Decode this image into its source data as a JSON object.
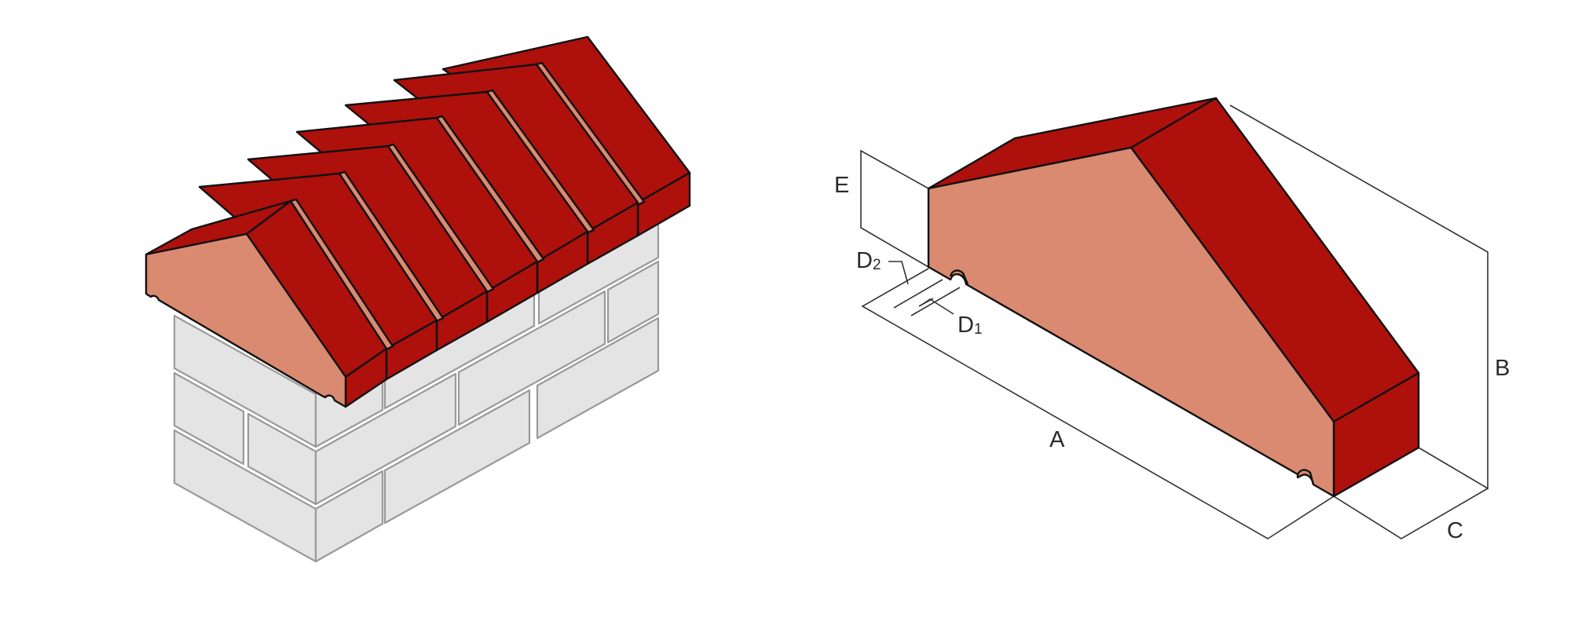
{
  "diagram": {
    "title": "Coping brick (gabled / saddleback) — installed view and dimension view",
    "colors": {
      "brick_red": "#AE100C",
      "brick_face": "#D98A70",
      "wall_fill": "#E4E4E4",
      "wall_stroke": "#9A9A9A",
      "outline": "#111111",
      "dimension_line": "#333333",
      "label_text": "#2A2A2A",
      "background": "#FFFFFF"
    },
    "left_view": {
      "name": "installed-coping-on-wall",
      "coping_units": 7,
      "wall_courses": 3
    },
    "right_view": {
      "name": "single-coping-unit-dimensioned",
      "labels": {
        "A": "A",
        "B": "B",
        "C": "C",
        "D1_main": "D",
        "D1_sub": "1",
        "D2_main": "D",
        "D2_sub": "2",
        "E": "E"
      }
    }
  }
}
